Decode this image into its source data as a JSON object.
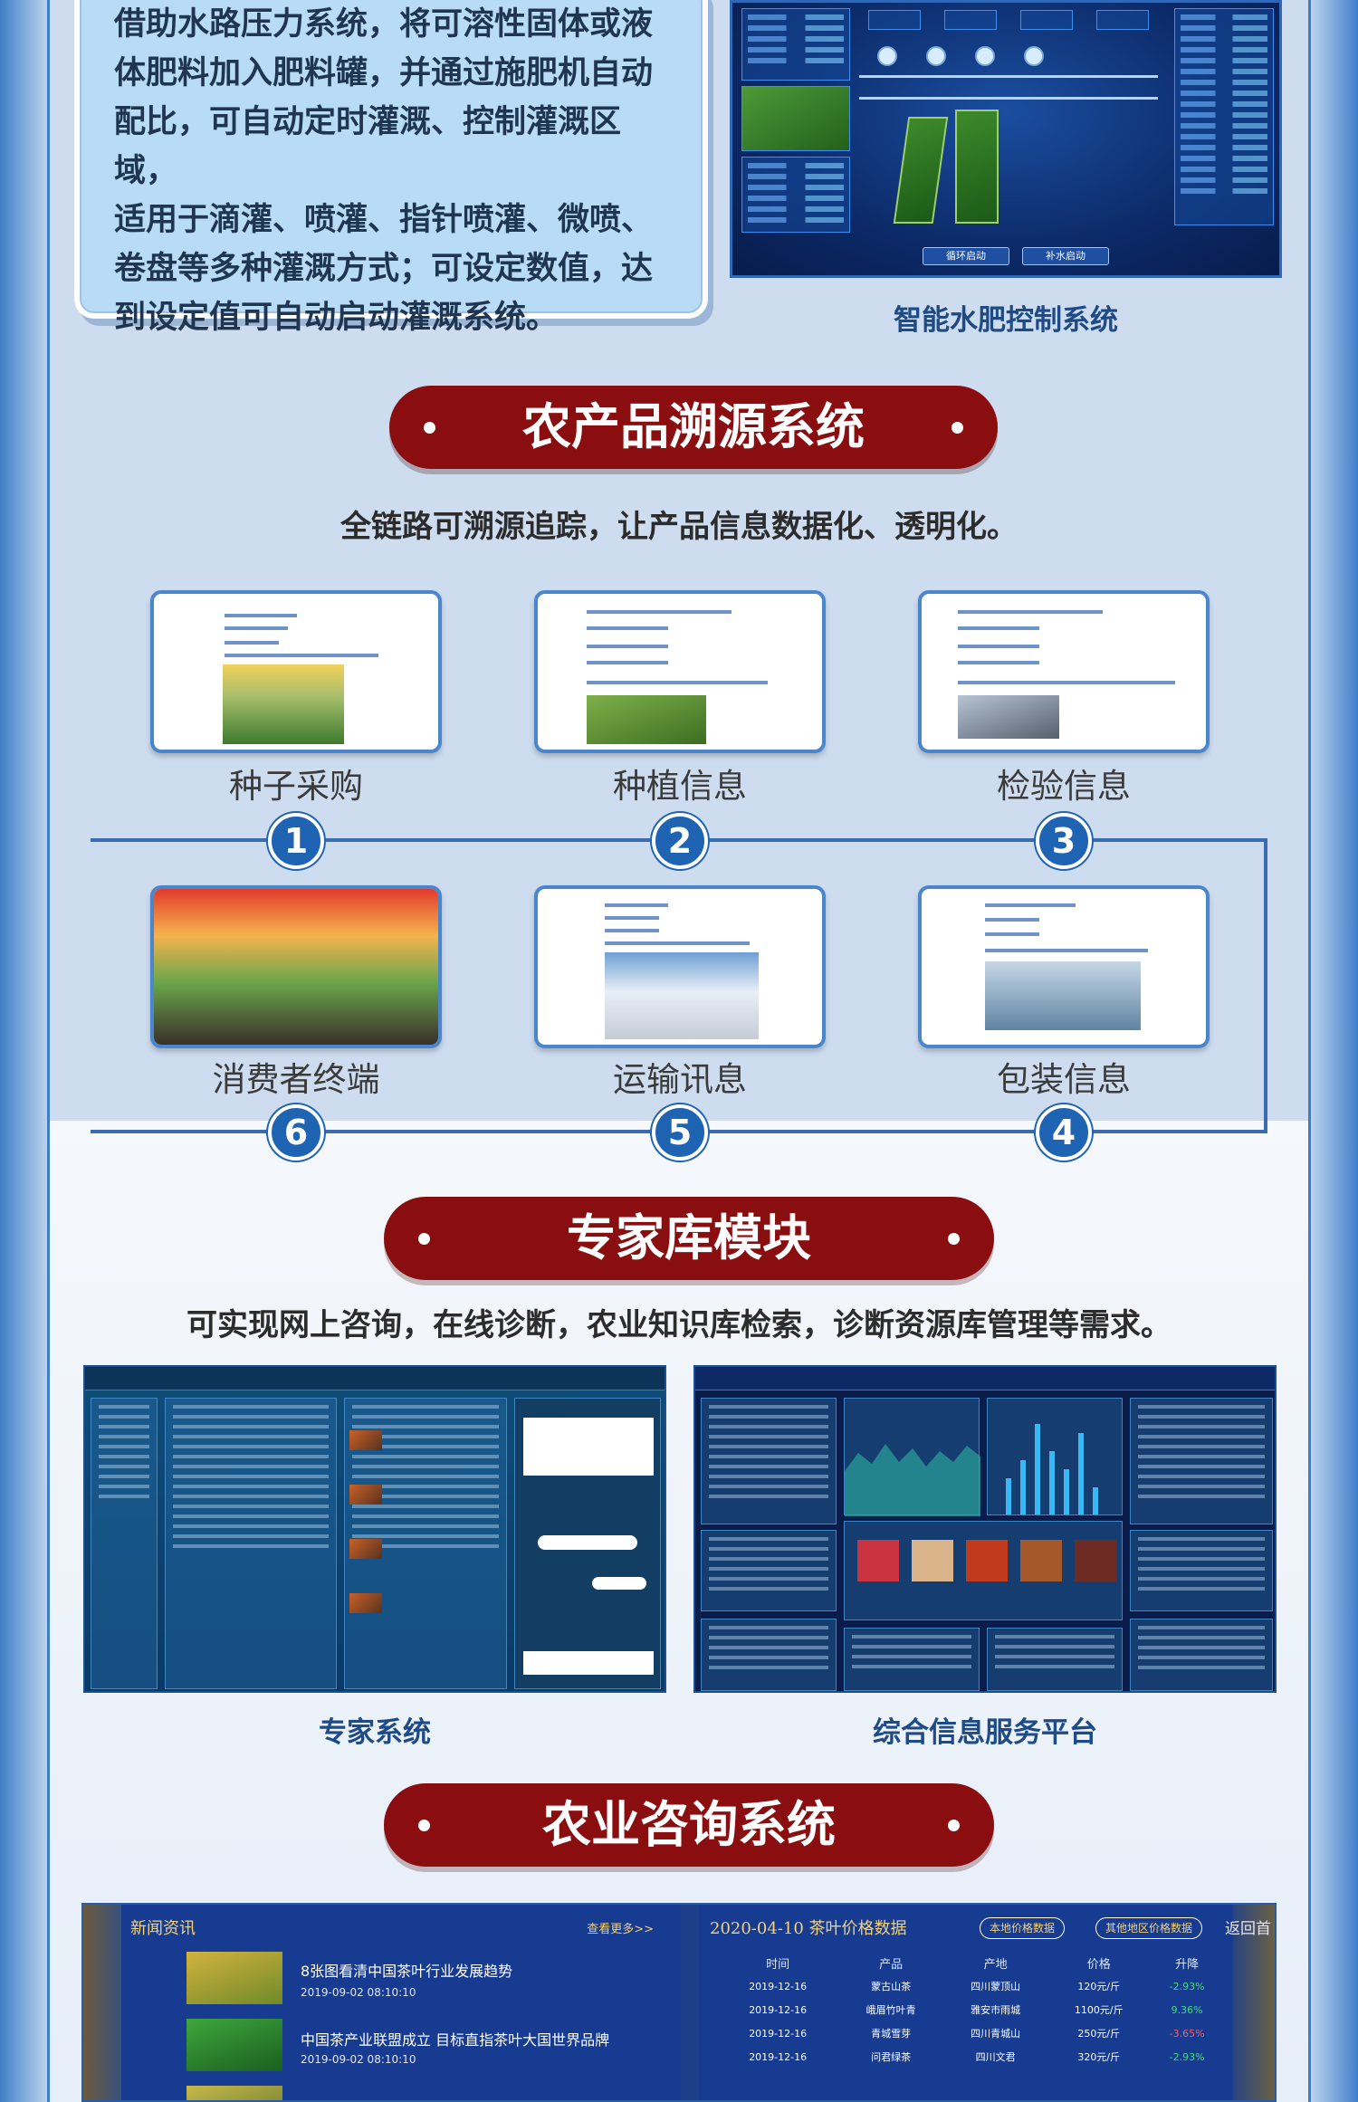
{
  "intro": {
    "lines": [
      "借助水路压力系统，将可溶性固体或液",
      "体肥料加入肥料罐，并通过施肥机自动",
      "配比，可自动定时灌溉、控制灌溉区域，",
      "适用于滴灌、喷灌、指针喷灌、微喷、",
      "卷盘等多种灌溉方式；可设定数值，达",
      "到设定值可自动启动灌溉系统。"
    ]
  },
  "fertigation": {
    "caption": "智能水肥控制系统",
    "buttons": [
      "循环启动",
      "补水启动"
    ]
  },
  "traceability": {
    "title": "农产品溯源系统",
    "subtitle": "全链路可溯源追踪，让产品信息数据化、透明化。",
    "steps": [
      {
        "num": "1",
        "label": "种子采购"
      },
      {
        "num": "2",
        "label": "种植信息"
      },
      {
        "num": "3",
        "label": "检验信息"
      },
      {
        "num": "4",
        "label": "包装信息"
      },
      {
        "num": "5",
        "label": "运输讯息"
      },
      {
        "num": "6",
        "label": "消费者终端"
      }
    ]
  },
  "expert": {
    "title": "专家库模块",
    "subtitle": "可实现网上咨询，在线诊断，农业知识库检索，诊断资源库管理等需求。",
    "captions": [
      "专家系统",
      "综合信息服务平台"
    ]
  },
  "consult": {
    "title": "农业咨询系统",
    "news": {
      "header": "新闻资讯",
      "more": "查看更多>>",
      "items": [
        {
          "title": "8张图看清中国茶叶行业发展趋势",
          "date": "2019-09-02 08:10:10"
        },
        {
          "title": "中国茶产业联盟成立 目标直指茶叶大国世界品牌",
          "date": "2019-09-02 08:10:10"
        }
      ]
    },
    "price": {
      "header": "2020-04-10 茶叶价格数据",
      "tabs": [
        "本地价格数据",
        "其他地区价格数据"
      ],
      "back": "返回首",
      "columns": [
        "时间",
        "产品",
        "产地",
        "价格",
        "升降"
      ],
      "rows": [
        [
          "2019-12-16",
          "蒙古山茶",
          "四川蒙顶山",
          "120元/斤",
          "-2.93%"
        ],
        [
          "2019-12-16",
          "峨眉竹叶青",
          "雅安市雨城",
          "1100元/斤",
          "9.36%"
        ],
        [
          "2019-12-16",
          "青城雪芽",
          "四川青城山",
          "250元/斤",
          "-3.65%"
        ],
        [
          "2019-12-16",
          "问君绿茶",
          "四川文君",
          "320元/斤",
          "-2.93%"
        ]
      ]
    }
  }
}
